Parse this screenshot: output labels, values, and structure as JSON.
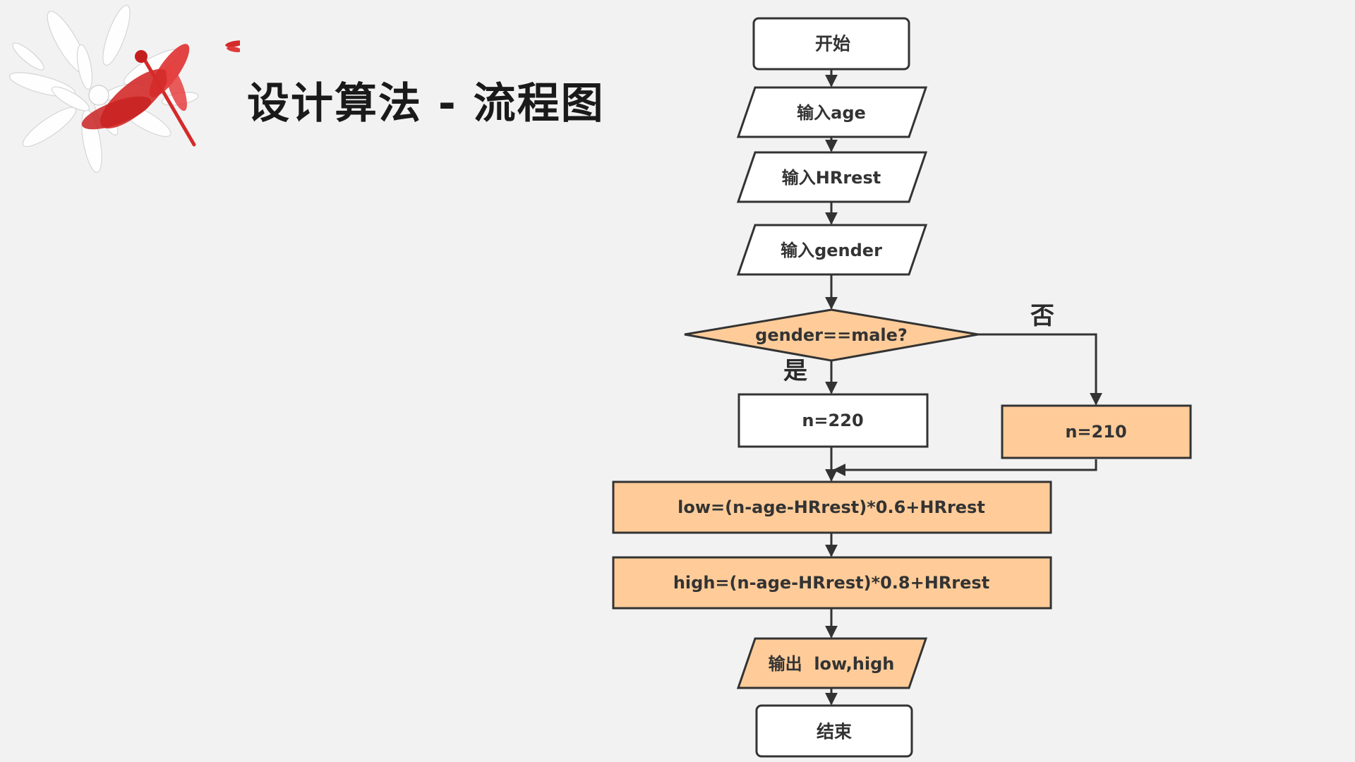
{
  "slide": {
    "title": "设计算法 - 流程图"
  },
  "colors": {
    "background": "#f2f2f2",
    "node_white": "#ffffff",
    "node_orange": "#ffcc99",
    "stroke": "#333333",
    "dragonfly": "#d42a2a"
  },
  "flowchart": {
    "nodes": [
      {
        "id": "start",
        "shape": "terminal",
        "label": "开始"
      },
      {
        "id": "input-age",
        "shape": "io",
        "label": "输入age"
      },
      {
        "id": "input-hrrest",
        "shape": "io",
        "label": "输入HRrest"
      },
      {
        "id": "input-gender",
        "shape": "io",
        "label": "输入gender"
      },
      {
        "id": "decision-gender",
        "shape": "decision",
        "label": "gender==male?"
      },
      {
        "id": "n-220",
        "shape": "process",
        "label": "n=220"
      },
      {
        "id": "n-210",
        "shape": "process",
        "label": "n=210"
      },
      {
        "id": "calc-low",
        "shape": "process",
        "label": "low=(n-age-HRrest)*0.6+HRrest"
      },
      {
        "id": "calc-high",
        "shape": "process",
        "label": "high=(n-age-HRrest)*0.8+HRrest"
      },
      {
        "id": "output",
        "shape": "io",
        "label": "输出  low,high"
      },
      {
        "id": "end",
        "shape": "terminal",
        "label": "结束"
      }
    ],
    "branches": {
      "yes": "是",
      "no": "否"
    }
  }
}
